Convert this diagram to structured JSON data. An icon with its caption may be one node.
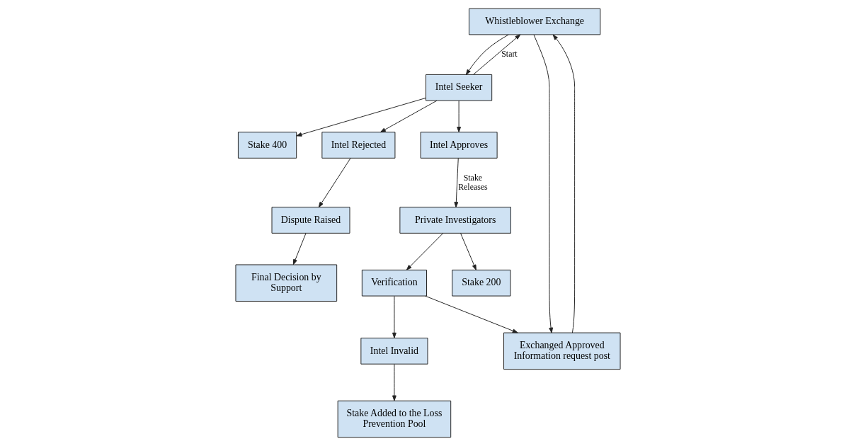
{
  "diagram": {
    "nodes": [
      {
        "text": [
          "Whistleblower Exchange"
        ]
      },
      {
        "text": [
          "Intel Seeker"
        ]
      },
      {
        "text": [
          "Stake 400"
        ]
      },
      {
        "text": [
          "Exchanged Approved Information request post"
        ]
      },
      {
        "text": [
          "Intel Rejected"
        ]
      },
      {
        "text": [
          "Intel Approves"
        ]
      },
      {
        "text": [
          "Verification"
        ]
      },
      {
        "text": [
          "Intel Invalid"
        ]
      },
      {
        "text": [
          "Private Investigators"
        ]
      },
      {
        "text": [
          "Stake 200"
        ]
      },
      {
        "text": [
          "Stake Added to the Loss Prevention Pool"
        ]
      },
      {
        "text": [
          "Dispute Raised"
        ]
      },
      {
        "text": [
          "Final Decision by Support"
        ]
      }
    ],
    "edges": [
      {
        "from": 1,
        "to": 0,
        "arrow": "to",
        "label": "Start"
      },
      {
        "from": 0,
        "to": 1,
        "arrow": "to"
      },
      {
        "from": 1,
        "to": 2,
        "arrow": "to"
      },
      {
        "from": 0,
        "to": 3,
        "arrow": "to"
      },
      {
        "from": 3,
        "to": 0,
        "arrow": "to"
      },
      {
        "from": 1,
        "to": 4,
        "arrow": "to"
      },
      {
        "from": 1,
        "to": 5,
        "arrow": "to"
      },
      {
        "from": 6,
        "to": 3,
        "arrow": "to"
      },
      {
        "from": 5,
        "to": 8,
        "arrow": "to",
        "label": "Stake Releases"
      },
      {
        "from": 6,
        "to": 7,
        "arrow": "to"
      },
      {
        "from": 8,
        "to": 9,
        "arrow": "to"
      },
      {
        "from": 8,
        "to": 6,
        "arrow": "to"
      },
      {
        "from": 7,
        "to": 10,
        "arrow": "to"
      },
      {
        "from": 4,
        "to": 11,
        "arrow": "to"
      },
      {
        "from": 11,
        "to": 12,
        "arrow": "to"
      }
    ]
  }
}
